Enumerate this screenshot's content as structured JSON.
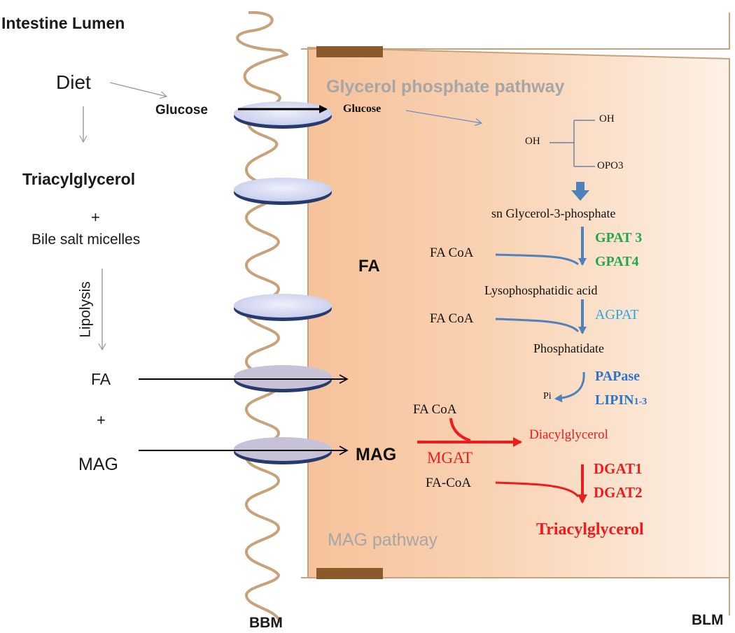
{
  "colors": {
    "cell_fill": "#f8c9a0",
    "cell_fill_light": "#fdf0e4",
    "membrane": "#c8a27a",
    "junction": "#8a5a2b",
    "transporter": "#cfd3ef",
    "transporter_edge": "#263a6e",
    "blue_arrow": "#4f81bd",
    "red": "#ee1c1c",
    "green": "#22a84a",
    "cyan": "#2aa7e0",
    "enzyme_blue": "#2e75c9",
    "pathway_gray": "#a6a6a6"
  },
  "labels": {
    "intestine_lumen": "Intestine Lumen",
    "diet": "Diet",
    "glucose_lumen": "Glucose",
    "triacylglycerol_lumen": "Triacylglycerol",
    "plus_1": "+",
    "bile_salt_micelles": "Bile salt micelles",
    "lipolysis": "Lipolysis",
    "fa_lumen": "FA",
    "plus_2": "+",
    "mag_lumen": "MAG",
    "bbm": "BBM",
    "blm": "BLM",
    "glycerol_phosphate_pathway": "Glycerol phosphate pathway",
    "mag_pathway": "MAG pathway",
    "glucose_cell": "Glucose",
    "fa_cell": "FA",
    "mag_cell": "MAG",
    "oh_top": "OH",
    "oh_left": "OH",
    "opo3": "OPO3",
    "sn_glycerol_3_phosphate": "sn Glycerol-3-phosphate",
    "fa_coa_1": "FA CoA",
    "gpat3": "GPAT 3",
    "gpat4": "GPAT4",
    "lysophosphatidic_acid": "Lysophosphatidic acid",
    "fa_coa_2": "FA CoA",
    "agpat": "AGPAT",
    "phosphatidate": "Phosphatidate",
    "papase": "PAPase",
    "lipin": "LIPIN",
    "lipin_sub": "1-3",
    "pi": "Pi",
    "fa_coa_3": "FA CoA",
    "diacylglycerol": "Diacylglycerol",
    "mgat": "MGAT",
    "fa_coa_4": "FA-CoA",
    "dgat1": "DGAT1",
    "dgat2": "DGAT2",
    "triacylglycerol_cell": "Triacylglycerol"
  }
}
